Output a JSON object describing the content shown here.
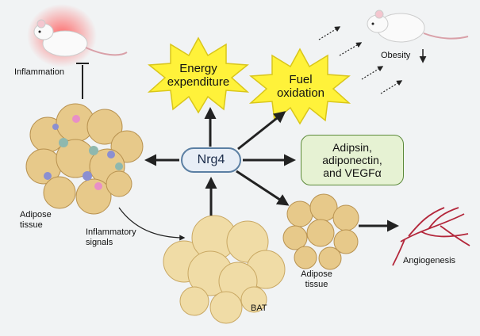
{
  "labels": {
    "inflammation": "Inflammation",
    "energy_expenditure_line1": "Energy",
    "energy_expenditure_line2": "expenditure",
    "fuel_oxidation_line1": "Fuel",
    "fuel_oxidation_line2": "oxidation",
    "obesity": "Obesity",
    "nrg4": "Nrg4",
    "adipsin_line1": "Adipsin,",
    "adipsin_line2": "adiponectin,",
    "adipsin_line3": "and VEGFα",
    "adipose_tissue_left_line1": "Adipose",
    "adipose_tissue_left_line2": "tissue",
    "inflammatory_signals_line1": "Inflammatory",
    "inflammatory_signals_line2": "signals",
    "bat": "BAT",
    "adipose_tissue_right_line1": "Adipose",
    "adipose_tissue_right_line2": "tissue",
    "angiogenesis": "Angiogenesis"
  },
  "colors": {
    "background": "#f1f3f4",
    "star_fill": "#fff23a",
    "nrg4_border": "#5b7fa3",
    "green_box": "#e6f2d3",
    "fat_cell": "#e7c98a",
    "vessel": "#b3263a"
  }
}
